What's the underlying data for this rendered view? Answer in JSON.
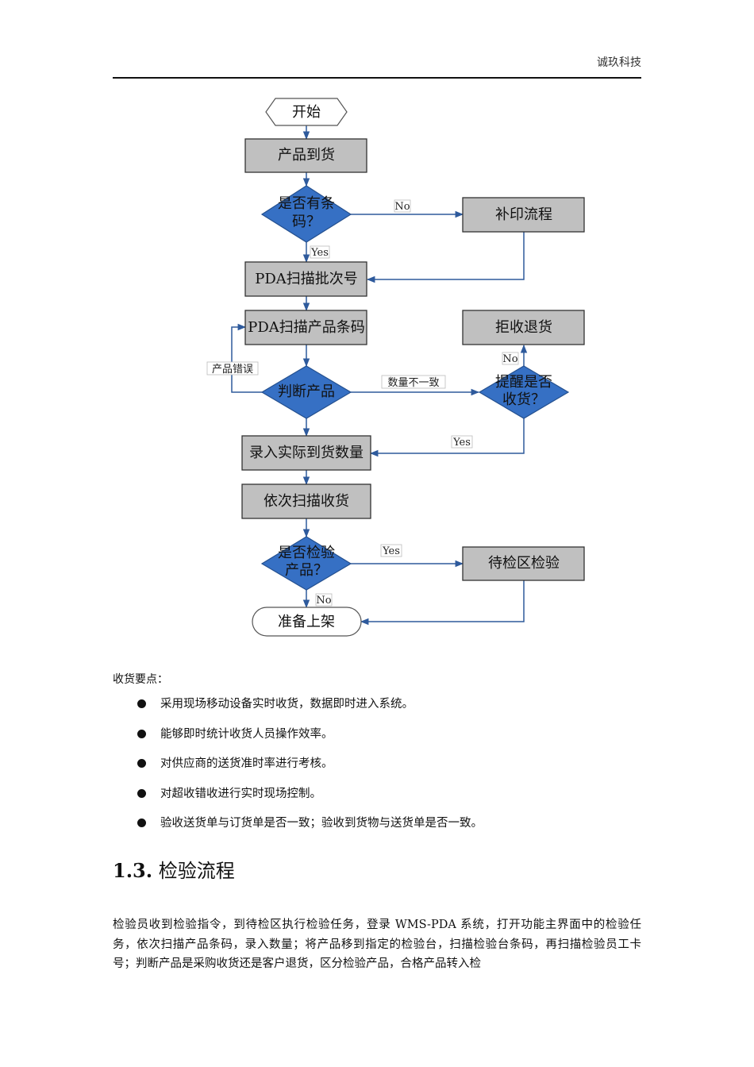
{
  "header": {
    "company": "诚玖科技"
  },
  "flowchart": {
    "nodes": {
      "start": "开始",
      "arrival": "产品到货",
      "has_barcode": "是否有条码？",
      "reprint": "补印流程",
      "scan_batch": "PDA扫描批次号",
      "scan_product": "PDA扫描产品条码",
      "reject": "拒收退货",
      "judge": "判断产品",
      "remind": "提醒是否收货？",
      "enter_qty": "录入实际到货数量",
      "scan_receive": "依次扫描收货",
      "need_inspect": "是否检验产品？",
      "inspect_area": "待检区检验",
      "shelve": "准备上架"
    },
    "labels": {
      "no1": "No",
      "yes1": "Yes",
      "product_error": "产品错误",
      "qty_mismatch": "数量不一致",
      "no2": "No",
      "yes2": "Yes",
      "yes3": "Yes",
      "no3": "No"
    }
  },
  "notes_title": "收货要点：",
  "points": [
    "采用现场移动设备实时收货，数据即时进入系统。",
    "能够即时统计收货人员操作效率。",
    "对供应商的送货准时率进行考核。",
    "对超收错收进行实时现场控制。",
    "验收送货单与订货单是否一致；验收到货物与送货单是否一致。"
  ],
  "section": {
    "number": "1.3.",
    "title": "检验流程"
  },
  "paragraph": "检验员收到检验指令，到待检区执行检验任务，登录 WMS-PDA 系统，打开功能主界面中的检验任务，依次扫描产品条码，录入数量；将产品移到指定的检验台，扫描检验台条码，再扫描检验员工卡号；判断产品是采购收货还是客户退货，区分检验产品，合格产品转入检"
}
